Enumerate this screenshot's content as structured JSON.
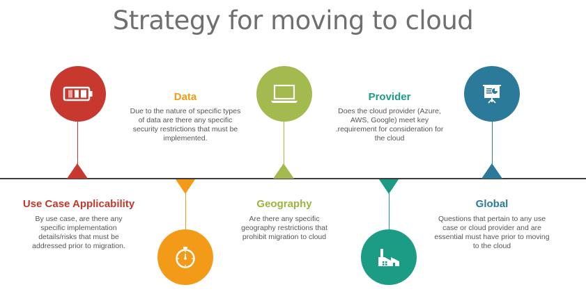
{
  "title": "Strategy for moving to cloud",
  "colors": {
    "red": "#c7382e",
    "orange": "#f39b18",
    "green": "#a3bb4e",
    "teal": "#1c9c84",
    "blue": "#2b7a99",
    "axis": "#3c3c3c"
  },
  "steps": [
    {
      "heading": "Use Case Applicability",
      "description": "By  use case, are there any specific implementation details/risks that must be addressed prior to migration.",
      "icon": "battery-icon"
    },
    {
      "heading": "Data",
      "description": "Due to the nature of specific types of data are there any specific security restrictions that must be implemented.",
      "icon": "stopwatch-icon"
    },
    {
      "heading": "Geography",
      "description": "Are there any specific geography restrictions that prohibit migration to cloud",
      "icon": "laptop-icon"
    },
    {
      "heading": "Provider",
      "description": "Does the cloud provider (Azure, AWS, Google) meet key .requirement for consideration for the cloud",
      "icon": "factory-icon"
    },
    {
      "heading": "Global",
      "description": "Questions that pertain to any use case or cloud provider and are essential must have prior to moving to the cloud",
      "icon": "presentation-board-icon"
    }
  ]
}
